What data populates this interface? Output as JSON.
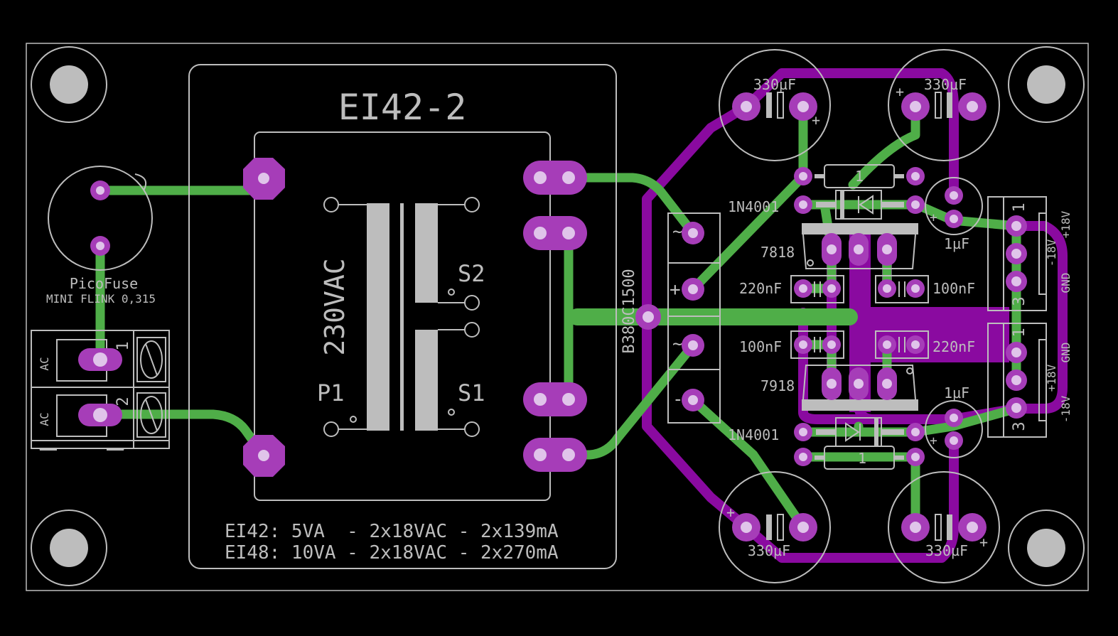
{
  "board": {
    "transformer_name": "EI42-2",
    "primary_label": "230VAC",
    "p_label": "P1",
    "s1_label": "S1",
    "s2_label": "S2",
    "spec_line_1": "EI42: 5VA  - 2x18VAC - 2x139mA",
    "spec_line_2": "EI48: 10VA - 2x18VAC - 2x270mA",
    "fuse_name": "PicoFuse",
    "fuse_value": "MINI FLINK 0,315",
    "ac_1": "AC",
    "ac_2": "AC",
    "term_in_1": "1",
    "term_in_2": "2",
    "bridge": "B380C1500",
    "bridge_ac_1": "~",
    "bridge_ac_2": "~",
    "bridge_plus": "+",
    "bridge_minus": "-",
    "cap_top_left": "330µF",
    "cap_top_right": "330µF",
    "cap_bot_left": "330µF",
    "cap_bot_right": "330µF",
    "diode_top": "1N4001",
    "diode_bot": "1N4001",
    "res_top": "1",
    "res_bot": "1",
    "reg_pos": "7818",
    "reg_neg": "7918",
    "c220_top": "220nF",
    "c100_top": "100nF",
    "c100_bot": "100nF",
    "c220_bot": "220nF",
    "c1uf_top": "1µF",
    "c1uf_bot": "1µF",
    "out_top_1": "1",
    "out_top_3": "3",
    "out_bot_1": "1",
    "out_bot_3": "3",
    "out_top_plus": "+18V",
    "out_top_minus": "-18V",
    "out_top_gnd": "GND",
    "out_bot_gnd": "GND",
    "out_bot_plus": "+18V",
    "out_bot_minus": "-18V",
    "plus_1": "+",
    "plus_2": "+",
    "plus_3": "+",
    "plus_4": "+",
    "plus_5": "+",
    "plus_6": "+"
  },
  "colors": {
    "background": "#000000",
    "silkscreen": "#bdbdbd",
    "top_copper": "#4fae48",
    "bottom_copper": "#8a0aa0",
    "pad": "#a63db8"
  }
}
